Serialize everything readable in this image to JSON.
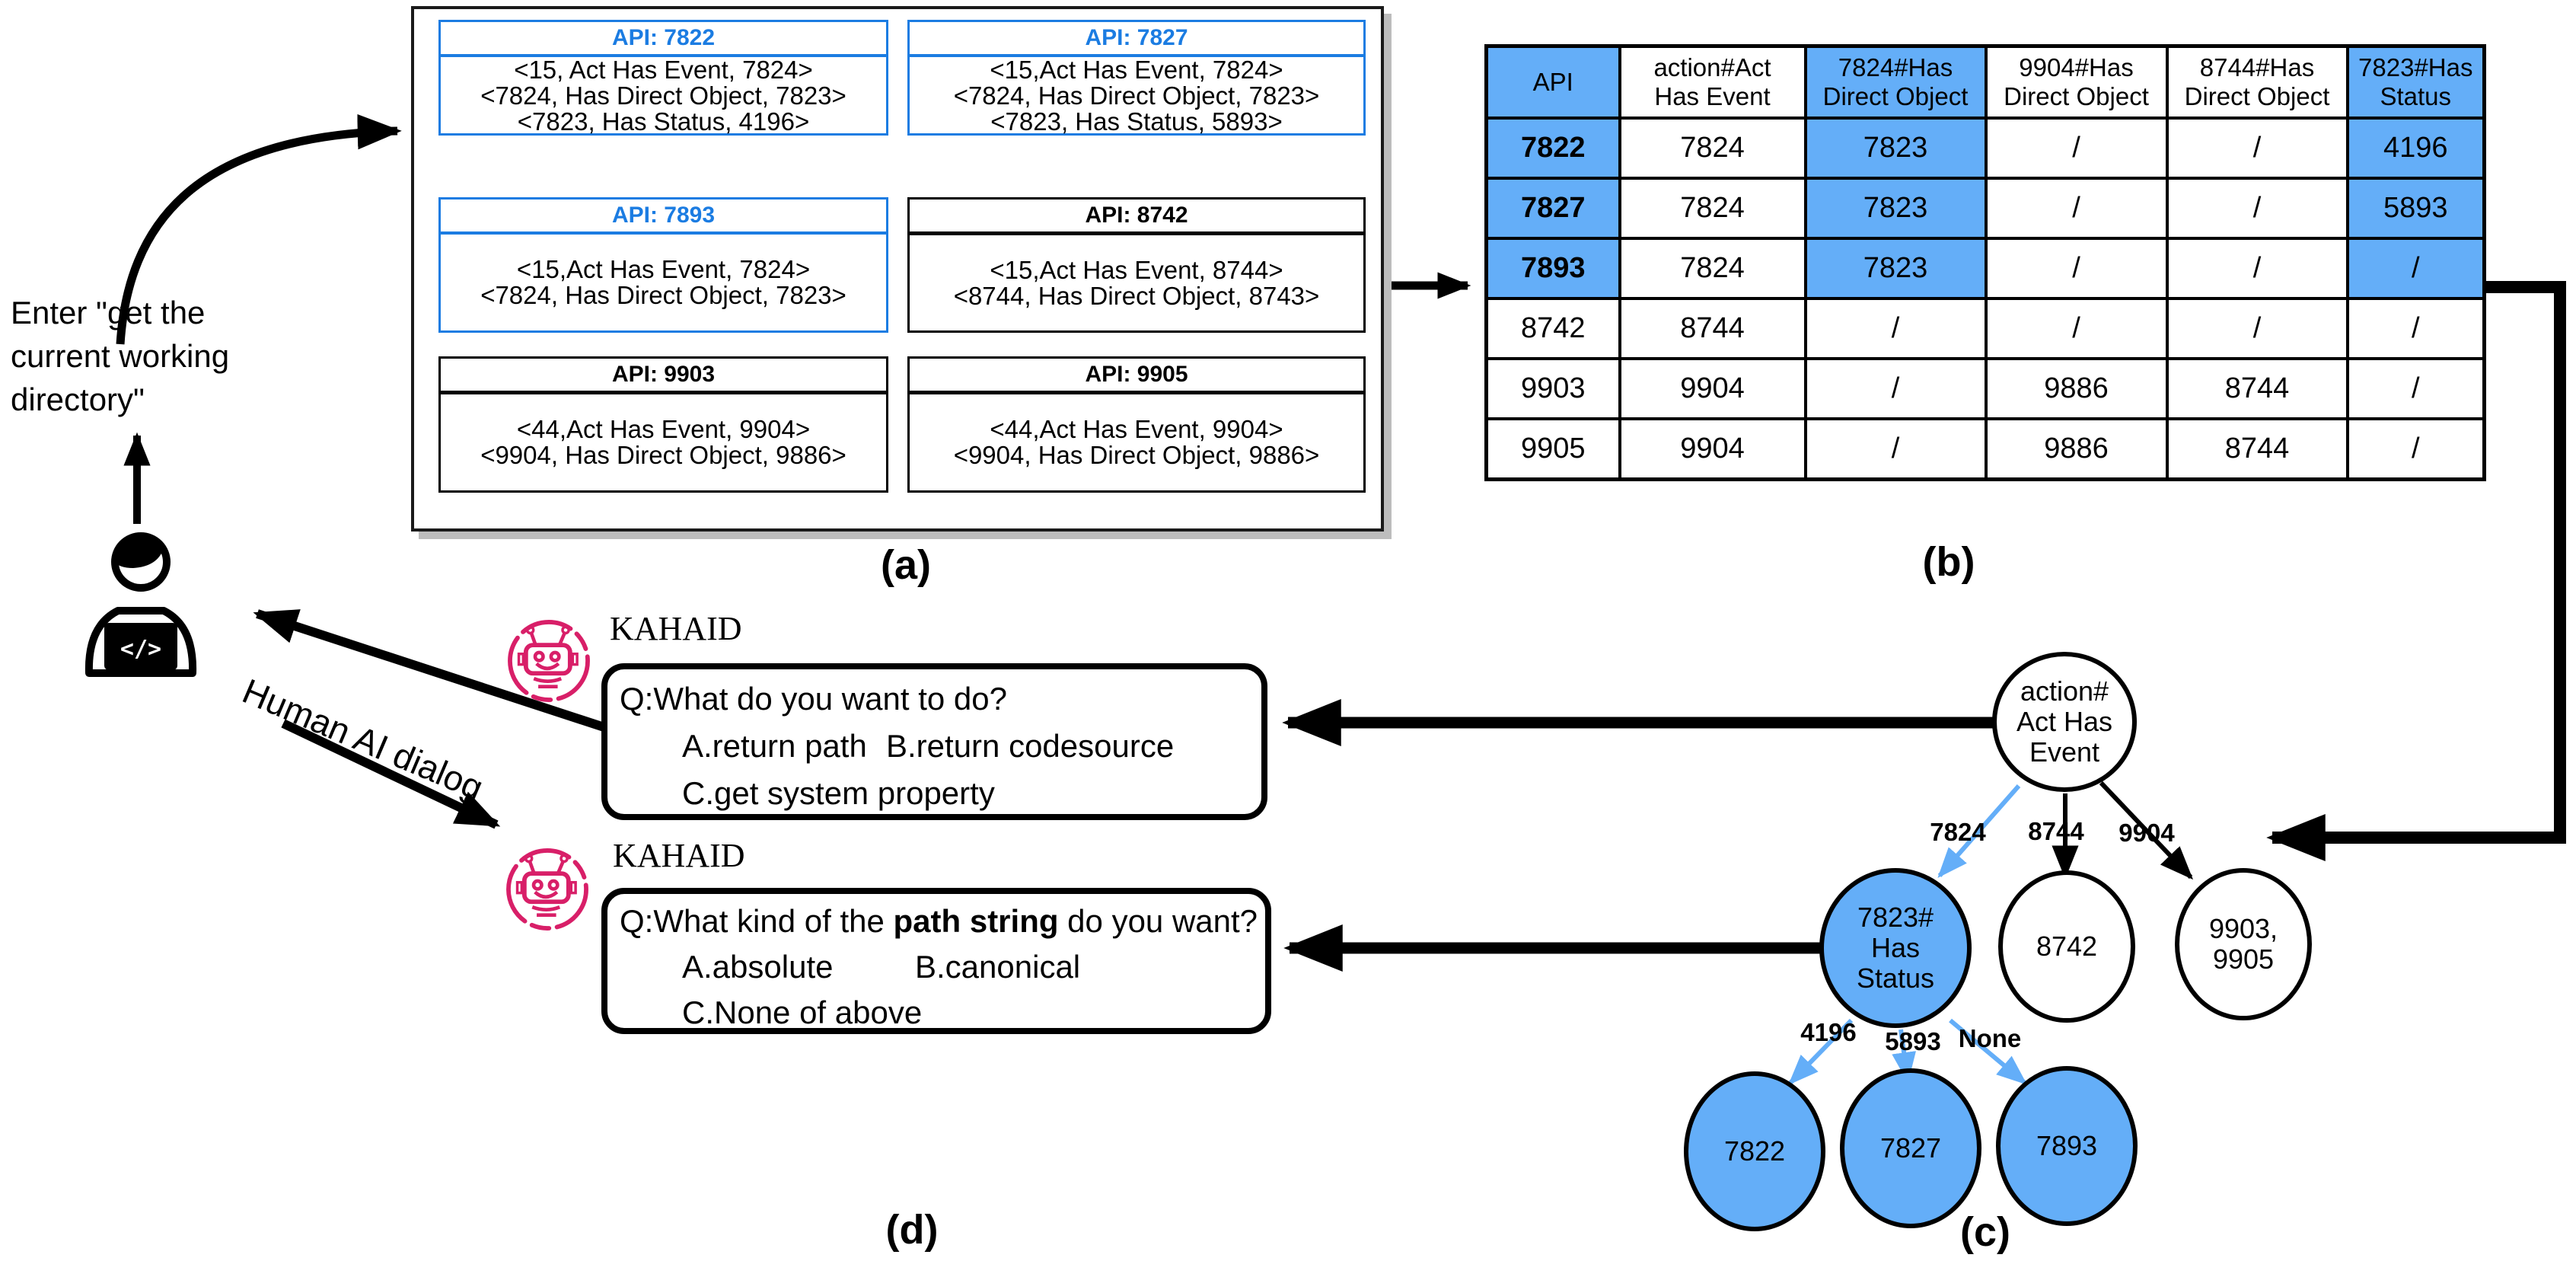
{
  "panel_a": {
    "label": "(a)",
    "boxes": [
      {
        "title": "API: 7822",
        "style": "blue",
        "lines": "<15, Act Has Event, 7824>\n<7824, Has Direct Object, 7823>\n<7823, Has Status, 4196>"
      },
      {
        "title": "API: 7827",
        "style": "blue",
        "lines": "<15,Act Has Event, 7824>\n<7824, Has Direct Object, 7823>\n<7823, Has Status, 5893>"
      },
      {
        "title": "API: 7893",
        "style": "blue",
        "lines": "<15,Act Has Event, 7824>\n<7824, Has Direct Object, 7823>"
      },
      {
        "title": "API: 8742",
        "style": "black",
        "lines": "<15,Act Has Event, 8744>\n<8744, Has Direct Object, 8743>"
      },
      {
        "title": "API: 9903",
        "style": "black",
        "lines": "<44,Act Has Event, 9904>\n<9904, Has Direct Object, 9886>"
      },
      {
        "title": "API: 9905",
        "style": "black",
        "lines": "<44,Act Has Event, 9904>\n<9904, Has Direct Object, 9886>"
      }
    ]
  },
  "table_b": {
    "label": "(b)",
    "headers": [
      "API",
      "action#Act\nHas Event",
      "7824#Has\nDirect Object",
      "9904#Has\nDirect Object",
      "8744#Has\nDirect Object",
      "7823#Has\nStatus"
    ],
    "rows": [
      {
        "api": "7822",
        "cells": [
          "7824",
          "7823",
          "/",
          "/",
          "4196"
        ]
      },
      {
        "api": "7827",
        "cells": [
          "7824",
          "7823",
          "/",
          "/",
          "5893"
        ]
      },
      {
        "api": "7893",
        "cells": [
          "7824",
          "7823",
          "/",
          "/",
          "/"
        ]
      },
      {
        "api": "8742",
        "cells": [
          "8744",
          "/",
          "/",
          "/",
          "/"
        ]
      },
      {
        "api": "9903",
        "cells": [
          "9904",
          "/",
          "9886",
          "8744",
          "/"
        ]
      },
      {
        "api": "9905",
        "cells": [
          "9904",
          "/",
          "9886",
          "8744",
          "/"
        ]
      }
    ]
  },
  "graph_c": {
    "label": "(c)",
    "nodes": {
      "root": "action#\nAct Has\nEvent",
      "has_status": "7823#\nHas\nStatus",
      "n8742": "8742",
      "n9903": "9903,\n9905",
      "n7822": "7822",
      "n7827": "7827",
      "n7893": "7893"
    },
    "edge_labels": {
      "e7824": "7824",
      "e8744": "8744",
      "e9904": "9904",
      "e4196": "4196",
      "e5893": "5893",
      "enone": "None"
    }
  },
  "dialog_d": {
    "label": "(d)",
    "dialog1": {
      "agent": "KAHAID",
      "question": "Q:What do you want to do?",
      "option_a": "A.return path",
      "option_b": "B.return codesource",
      "option_c": "C.get system property"
    },
    "dialog2": {
      "agent": "KAHAID",
      "q_prefix": "Q:What kind of the ",
      "q_bold": "path string",
      "q_suffix": " do you want?",
      "option_a": "A.absolute",
      "option_b": "B.canonical",
      "option_c": "C.None of above"
    }
  },
  "left": {
    "instruction": "Enter \"get the\ncurrent working\ndirectory\"",
    "human_ai": "Human AI dialog",
    "laptop_glyph": "</>"
  },
  "colors": {
    "blue_fill": "#64aef8",
    "blue_border": "#1b7ce2",
    "pink": "#d81f68",
    "shadow_gray": "#bdbdbd"
  }
}
